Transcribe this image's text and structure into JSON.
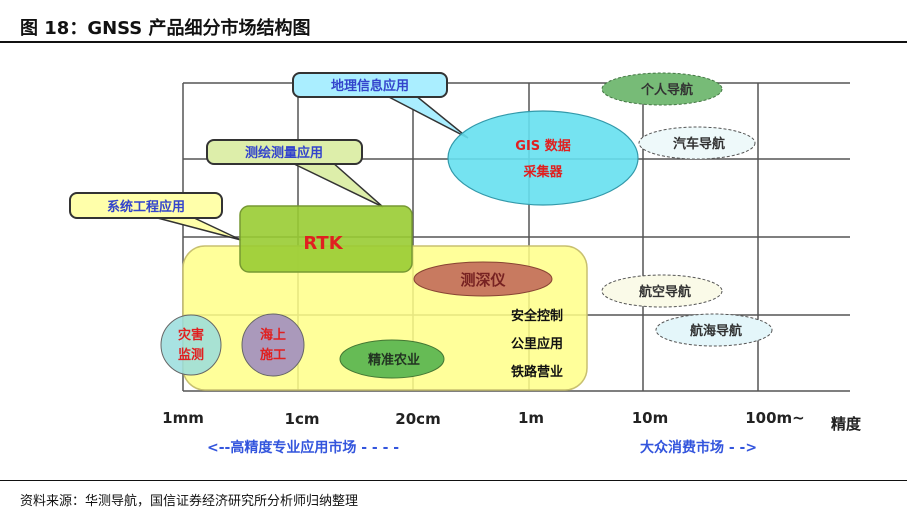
{
  "title": "图 18：GNSS 产品细分市场结构图",
  "source": "资料来源：华测导航，国信证券经济研究所分析师归纳整理",
  "callouts": {
    "geo_info": "地理信息应用",
    "survey": "测绘测量应用",
    "system_eng": "系统工程应用"
  },
  "products": {
    "rtk": "RTK",
    "gis_line1": "GIS 数据",
    "gis_line2": "采集器",
    "personal_nav": "个人导航",
    "car_nav": "汽车导航",
    "aviation_nav": "航空导航",
    "marine_nav": "航海导航",
    "depth_sounder": "测深仪",
    "disaster_line1": "灾害",
    "disaster_line2": "监测",
    "offshore_line1": "海上",
    "offshore_line2": "施工",
    "precision_ag": "精准农业",
    "safety_control": "安全控制",
    "km_app": "公里应用",
    "railway": "铁路营业"
  },
  "axis": {
    "ticks": [
      "1mm",
      "1cm",
      "20cm",
      "1m",
      "10m",
      "100m~"
    ],
    "label": "精度"
  },
  "markets": {
    "high_precision": "<--高精度专业应用市场 - - - -",
    "consumer": "大众消费市场 - ->"
  },
  "colors": {
    "callout_text": "#3344cc",
    "product_red": "#e02020",
    "market_blue": "#3355dd"
  }
}
